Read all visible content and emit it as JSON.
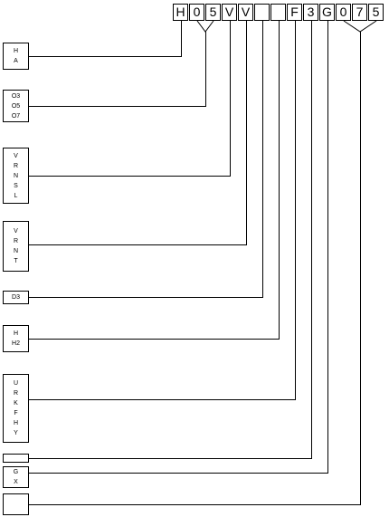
{
  "code": [
    "H",
    "0",
    "5",
    "V",
    "V",
    "",
    "",
    "F",
    "3",
    "G",
    "0",
    "7",
    "5"
  ],
  "options": [
    {
      "id": "a",
      "lines": [
        "H",
        "A"
      ]
    },
    {
      "id": "b",
      "lines": [
        "O3",
        "O5",
        "O7"
      ]
    },
    {
      "id": "c",
      "lines": [
        "V",
        "R",
        "N",
        "S",
        "L"
      ]
    },
    {
      "id": "d",
      "lines": [
        "V",
        "R",
        "N",
        "T"
      ]
    },
    {
      "id": "e",
      "lines": [
        "D3"
      ]
    },
    {
      "id": "f",
      "lines": [
        "H",
        "H2"
      ]
    },
    {
      "id": "g",
      "lines": [
        "U",
        "R",
        "K",
        "F",
        "H",
        "Y"
      ]
    },
    {
      "id": "h",
      "lines": []
    },
    {
      "id": "i",
      "lines": [
        "G",
        "X"
      ]
    },
    {
      "id": "j",
      "lines": []
    }
  ]
}
